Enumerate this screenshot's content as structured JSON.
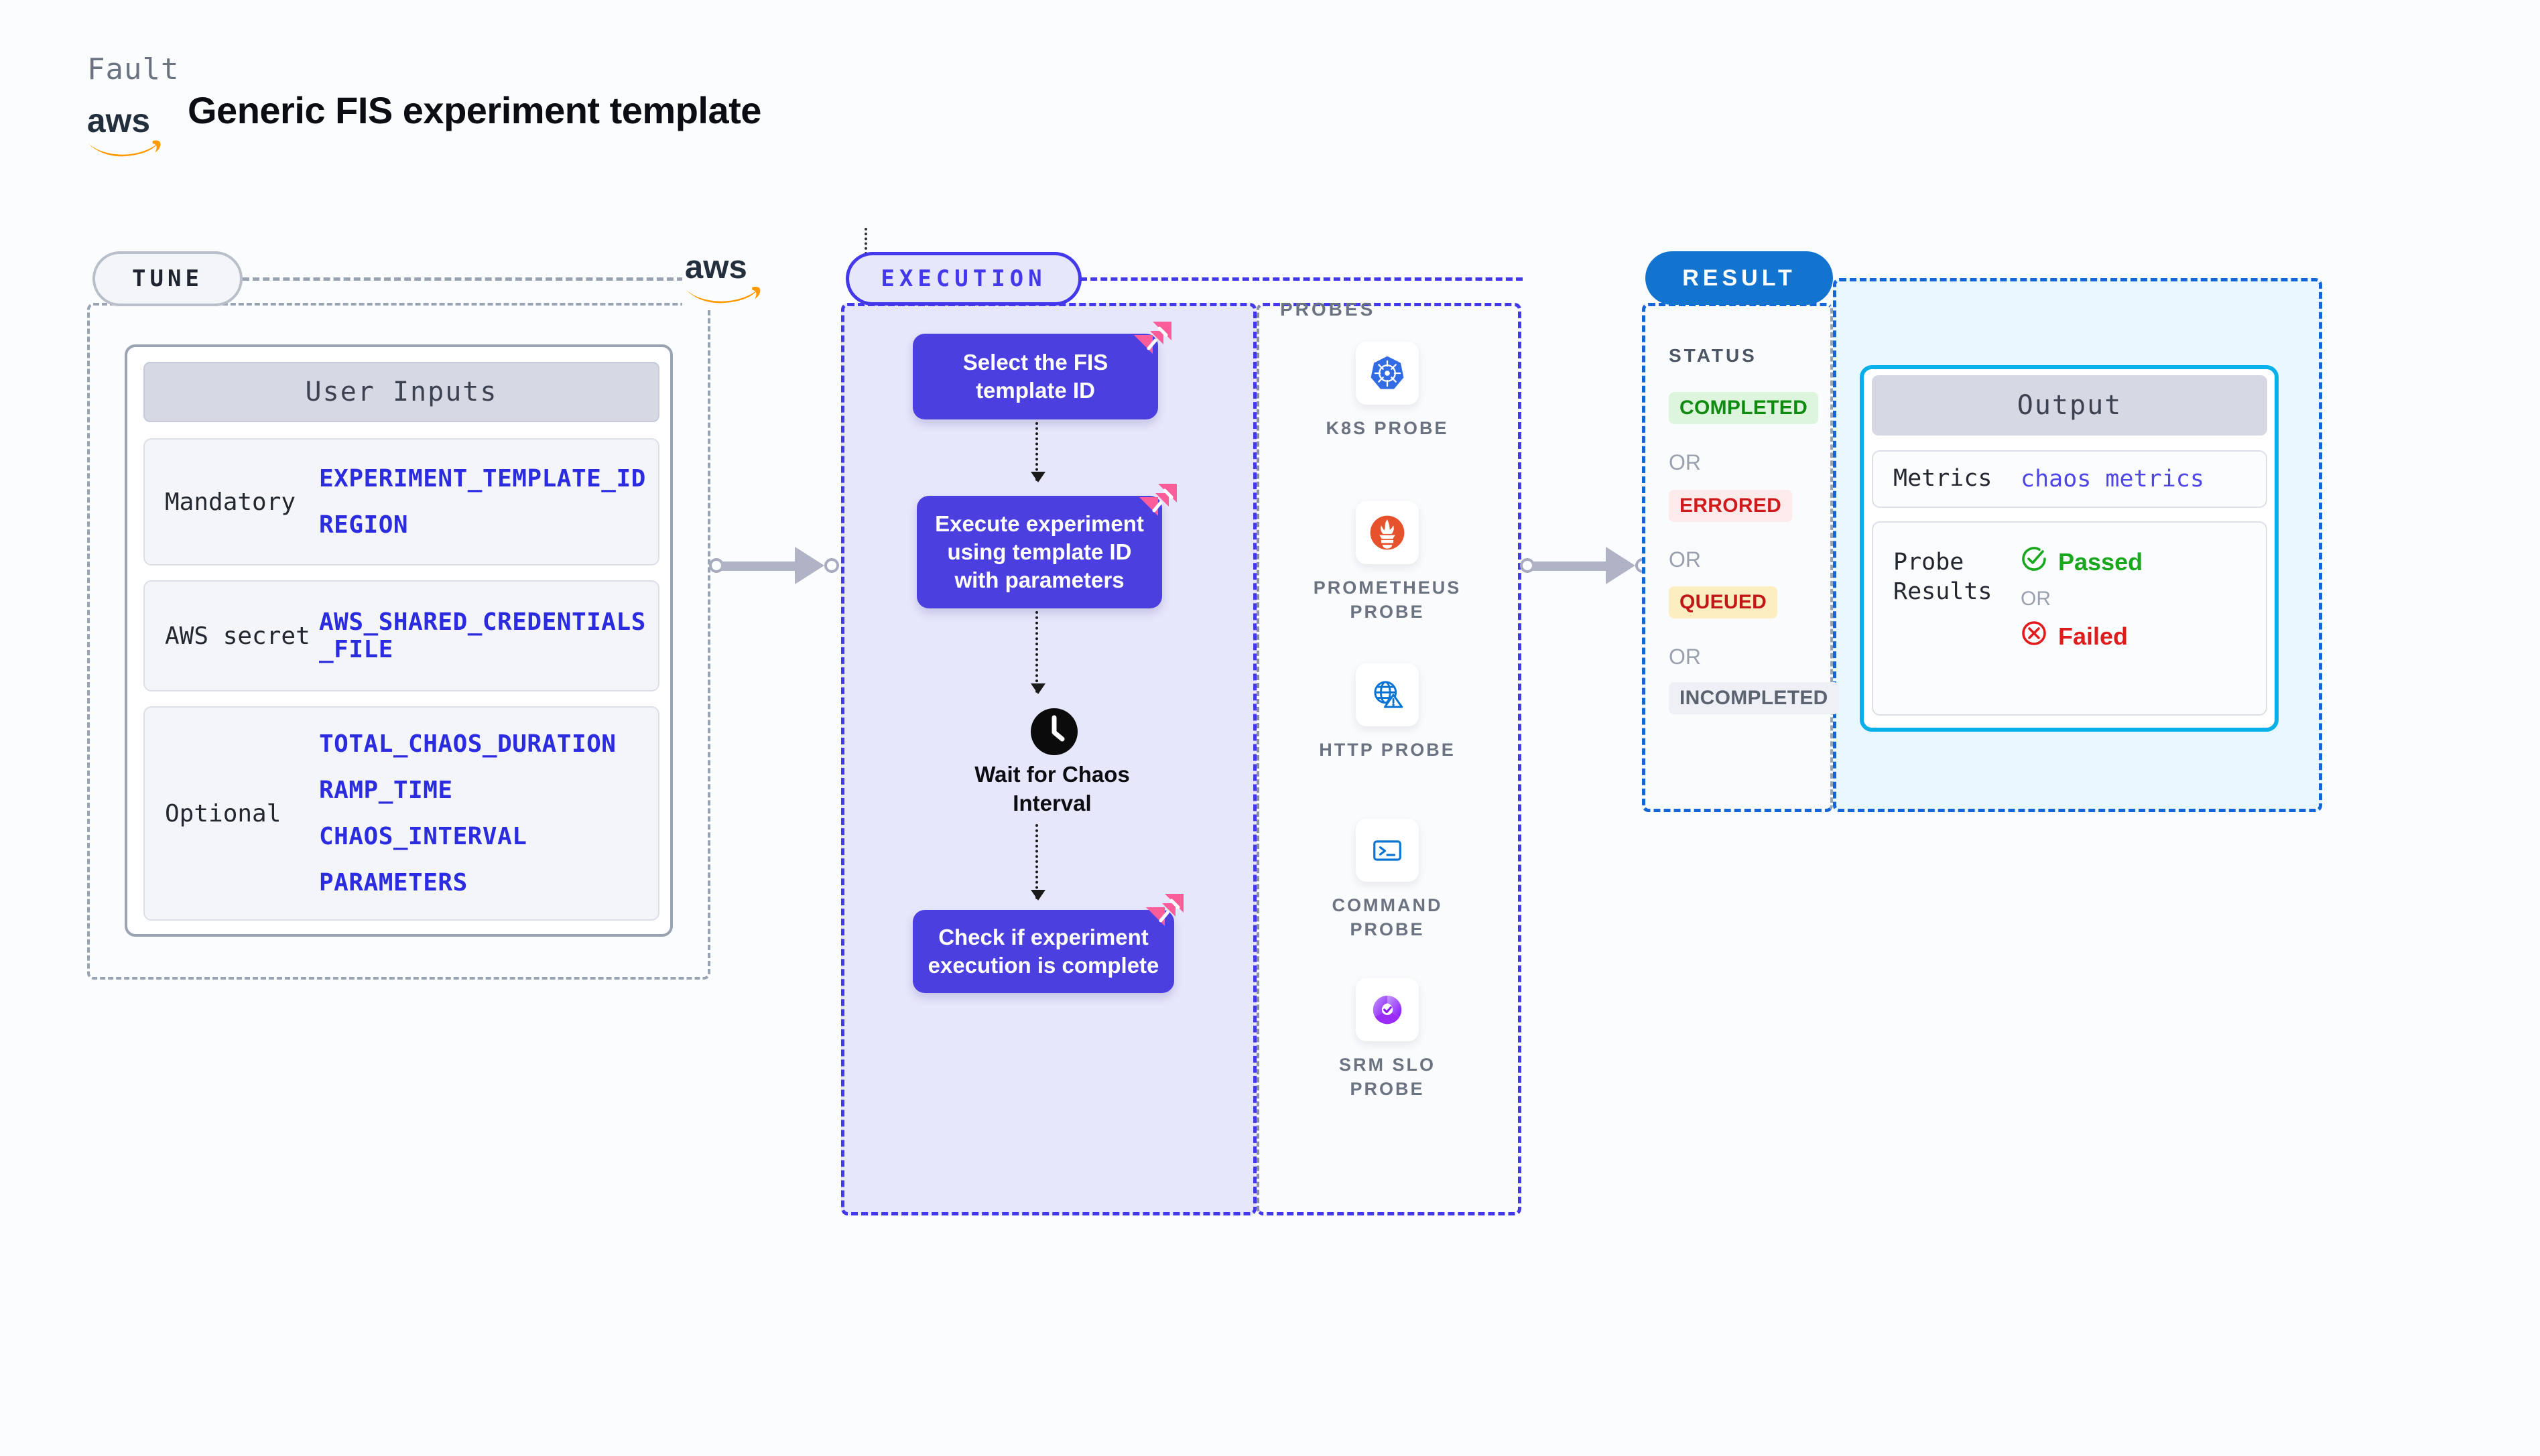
{
  "header": {
    "eyebrow": "Fault",
    "title": "Generic FIS experiment template",
    "logo": "aws-logo"
  },
  "stages": {
    "tune": {
      "pill_label": "TUNE",
      "card_title": "User Inputs",
      "rows": [
        {
          "label": "Mandatory",
          "values": [
            "EXPERIMENT_TEMPLATE_ID",
            "REGION"
          ]
        },
        {
          "label": "AWS secret",
          "values": [
            "AWS_SHARED_CREDENTIALS\n_FILE"
          ]
        },
        {
          "label": "Optional",
          "values": [
            "TOTAL_CHAOS_DURATION",
            "RAMP_TIME",
            "CHAOS_INTERVAL",
            "PARAMETERS"
          ]
        }
      ]
    },
    "execution": {
      "pill_label": "EXECUTION",
      "nodes": [
        {
          "text": "Select the FIS\ntemplate ID",
          "badge_icon": "litmus-chaos-icon"
        },
        {
          "text": "Execute experiment\nusing template ID\nwith parameters",
          "badge_icon": "litmus-chaos-icon"
        },
        {
          "text": "Check if experiment\nexecution is complete",
          "badge_icon": "litmus-chaos-icon"
        }
      ],
      "wait_step": {
        "icon": "clock-icon",
        "label": "Wait for Chaos\nInterval"
      }
    },
    "probes": {
      "title": "PROBES",
      "items": [
        {
          "label": "K8S PROBE",
          "icon": "kubernetes-icon"
        },
        {
          "label": "PROMETHEUS\nPROBE",
          "icon": "prometheus-icon"
        },
        {
          "label": "HTTP PROBE",
          "icon": "http-globe-warning-icon"
        },
        {
          "label": "COMMAND\nPROBE",
          "icon": "terminal-icon"
        },
        {
          "label": "SRM SLO\nPROBE",
          "icon": "srm-slo-icon"
        }
      ]
    },
    "result": {
      "pill_label": "RESULT",
      "status_title": "STATUS",
      "or_label": "OR",
      "statuses": [
        {
          "label": "COMPLETED",
          "bg": "#dcf5dc",
          "fg": "#108a10"
        },
        {
          "label": "ERRORED",
          "bg": "#fdeaea",
          "fg": "#cf1b1b"
        },
        {
          "label": "QUEUED",
          "bg": "#fdeec2",
          "fg": "#c21717"
        },
        {
          "label": "INCOMPLETED",
          "bg": "#eef0f5",
          "fg": "#5b6270"
        }
      ],
      "output": {
        "title": "Output",
        "metrics_key": "Metrics",
        "metrics_value": "chaos metrics",
        "probe_key": "Probe\nResults",
        "passed_label": "Passed",
        "failed_label": "Failed",
        "or_label": "OR"
      }
    }
  },
  "colors": {
    "accent_purple": "#4338ea",
    "node_purple": "#4b3fe0",
    "result_blue": "#1374cf",
    "output_cyan": "#07b0e8",
    "litmus_pink": "#fb5c9a",
    "aws_orange": "#ff9900"
  }
}
